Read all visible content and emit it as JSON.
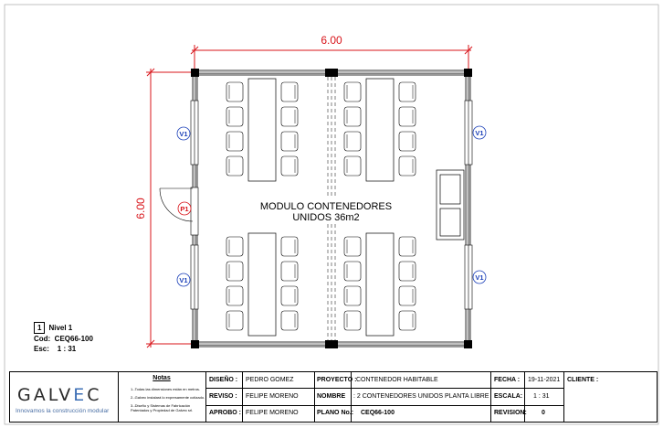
{
  "plan": {
    "dim_horizontal": "6.00",
    "dim_vertical": "6.00",
    "title_line1": "MODULO CONTENEDORES",
    "title_line2": "UNIDOS 36m2",
    "tags": {
      "window_top_left": "V1",
      "window_bottom_left": "V1",
      "window_top_right": "V1",
      "window_bottom_right": "V1",
      "door": "P1"
    },
    "colors": {
      "dimension": "#d8141a",
      "tag_window": "#1a3fb8",
      "tag_door": "#d8141a",
      "wall": "#000000"
    }
  },
  "level": {
    "number": "1",
    "name": "Nivel 1",
    "cod_label": "Cod:",
    "cod_value": "CEQ66-100",
    "esc_label": "Esc:",
    "esc_value": "1 : 31"
  },
  "title_block": {
    "logo_text": "GALVEC",
    "logo_tagline": "Innovamos la construcción modular",
    "notes_title": "Notas",
    "notes": [
      "1.-Todas las dimensiones están en metros.",
      "2.-Galvec instalará lo expresamente cotizado.",
      "3.-Diseño y Sistemas de Fabricación Patentados y Propiedad de Galvec srl."
    ],
    "diseno_label": "DISEÑO :",
    "diseno_value": "PEDRO GOMEZ",
    "reviso_label": "REVISO :",
    "reviso_value": "FELIPE MORENO",
    "aprobo_label": "APROBO :",
    "aprobo_value": "FELIPE MORENO",
    "proyecto_label": "PROYECTO :",
    "proyecto_value": "CONTENEDOR HABITABLE",
    "nombre_label": "NOMBRE",
    "nombre_value": ": 2 CONTENEDORES UNIDOS PLANTA LIBRE",
    "plano_label": "PLANO No.:",
    "plano_value": "CEQ66-100",
    "fecha_label": "FECHA :",
    "fecha_value": "19-11-2021",
    "escala_label": "ESCALA:",
    "escala_value": "1 : 31",
    "revision_label": "REVISION:",
    "revision_value": "0",
    "cliente_label": "CLIENTE :",
    "cliente_value": ""
  }
}
